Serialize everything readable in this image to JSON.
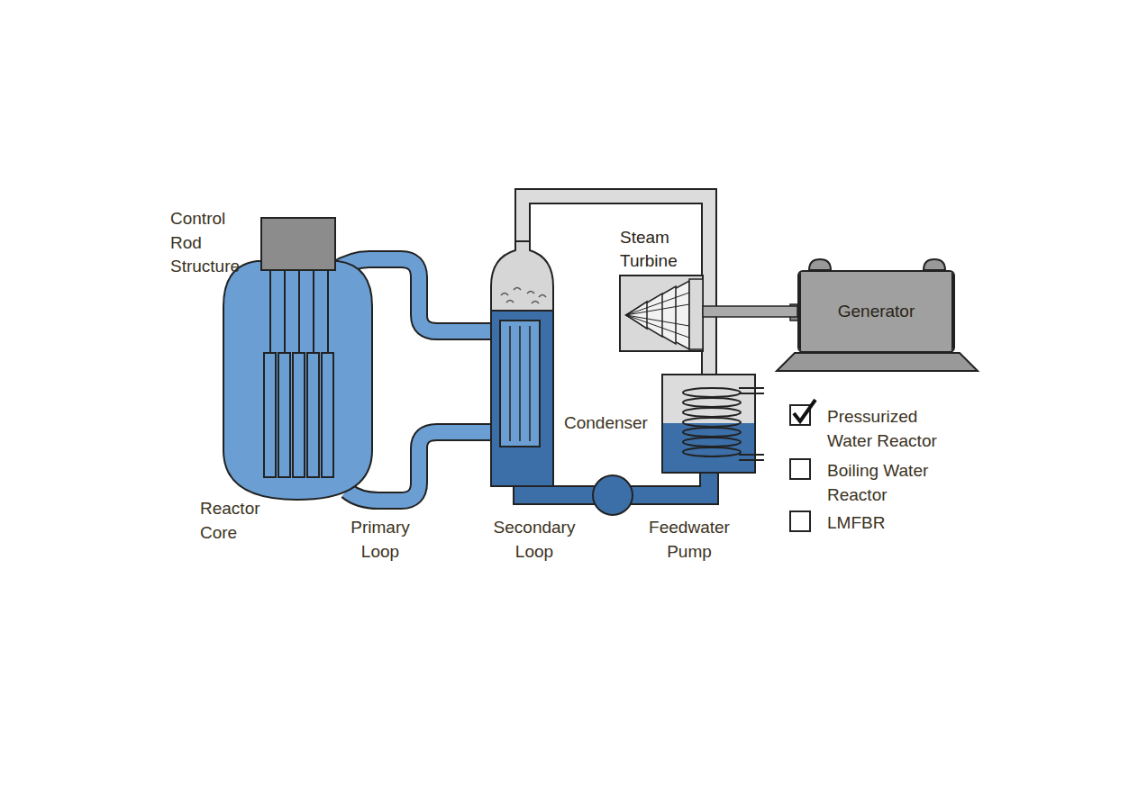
{
  "diagram": {
    "nodes": [
      {
        "text": [
          "Steam Turbine"
        ]
      },
      {
        "text": [
          "Generator"
        ]
      }
    ],
    "edges": [
      {
        "from": 0,
        "to": 1,
        "arrow": "none"
      }
    ],
    "labels": [
      "Control Rod Structure",
      "Reactor Core",
      "Primary Loop",
      "Secondary Loop",
      "Condenser",
      "Feedwater Pump",
      "Pressurized Water Reactor",
      "Boiling Water Reactor",
      "LMFBR"
    ]
  }
}
